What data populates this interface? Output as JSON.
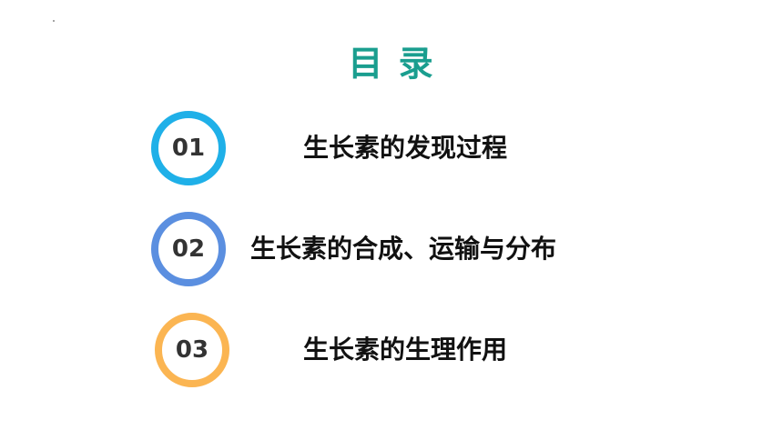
{
  "title": "目 录",
  "items": [
    {
      "number": "01",
      "label": "生长素的发现过程",
      "color": "#1fb0e8"
    },
    {
      "number": "02",
      "label": "生长素的合成、运输与分布",
      "color": "#5b8fe0"
    },
    {
      "number": "03",
      "label": "生长素的生理作用",
      "color": "#fbb552"
    }
  ]
}
